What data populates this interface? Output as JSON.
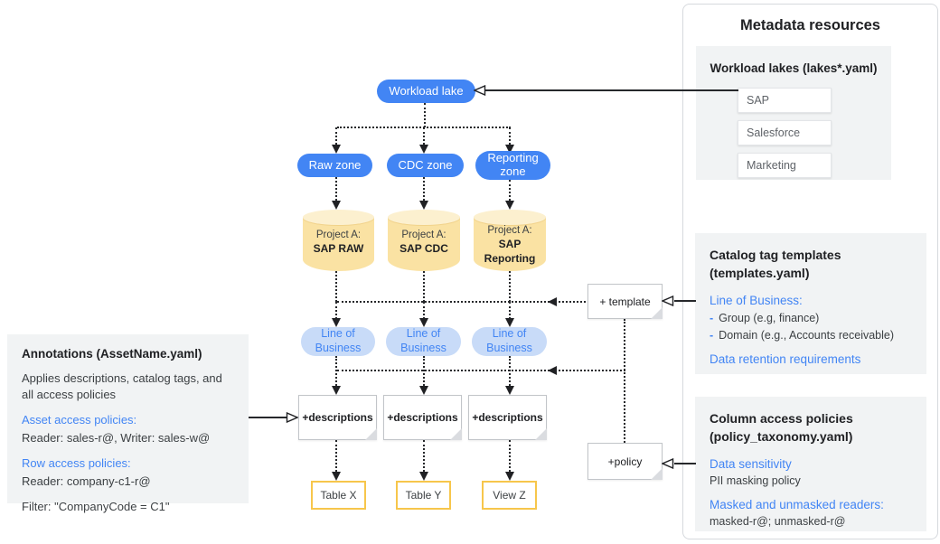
{
  "colors": {
    "accent_blue": "#4285F4",
    "lob_fill": "#C8DBF8",
    "cylinder_fill": "#FAE2A3",
    "cylinder_top": "#FCF0CF",
    "table_border": "#F7C64B",
    "panel_gray": "#F1F3F4",
    "line_dark": "#202124"
  },
  "diagram": {
    "workload_lake_label": "Workload lake",
    "zones": [
      "Raw zone",
      "CDC zone",
      "Reporting zone"
    ],
    "projects": [
      {
        "prefix": "Project A:",
        "name": "SAP RAW"
      },
      {
        "prefix": "Project A:",
        "name": "SAP CDC"
      },
      {
        "prefix": "Project A:",
        "name": "SAP Reporting"
      }
    ],
    "lob_pills": [
      "Line of Business",
      "Line of Business",
      "Line of Business"
    ],
    "description_notes": [
      "+descriptions",
      "+descriptions",
      "+descriptions"
    ],
    "template_note": "+ template",
    "policy_note": "+policy",
    "outputs": [
      "Table X",
      "Table Y",
      "View Z"
    ]
  },
  "annotations_panel": {
    "title": "Annotations (AssetName.yaml)",
    "description": "Applies descriptions, catalog tags, and all access policies",
    "asset_heading": "Asset access policies:",
    "asset_value": "Reader: sales-r@, Writer: sales-w@",
    "row_heading": "Row access policies:",
    "row_value": "Reader: company-c1-r@",
    "filter_value": "Filter: \"CompanyCode = C1\""
  },
  "metadata_panel": {
    "title": "Metadata resources",
    "workload_lakes": {
      "heading": "Workload lakes (lakes*.yaml)",
      "items": [
        "SAP",
        "Salesforce",
        "Marketing"
      ]
    },
    "catalog_templates": {
      "heading_line1": "Catalog tag templates",
      "heading_line2": "(templates.yaml)",
      "lob_heading": "Line of Business:",
      "bullets": [
        "Group (e.g, finance)",
        "Domain (e.g., Accounts receivable)"
      ],
      "retention_heading": "Data retention requirements"
    },
    "column_policies": {
      "heading_line1": "Column access policies",
      "heading_line2": "(policy_taxonomy.yaml)",
      "sensitivity_heading": "Data sensitivity",
      "sensitivity_value": "PII masking policy",
      "readers_heading": "Masked and unmasked readers:",
      "readers_value": "masked-r@; unmasked-r@"
    }
  }
}
